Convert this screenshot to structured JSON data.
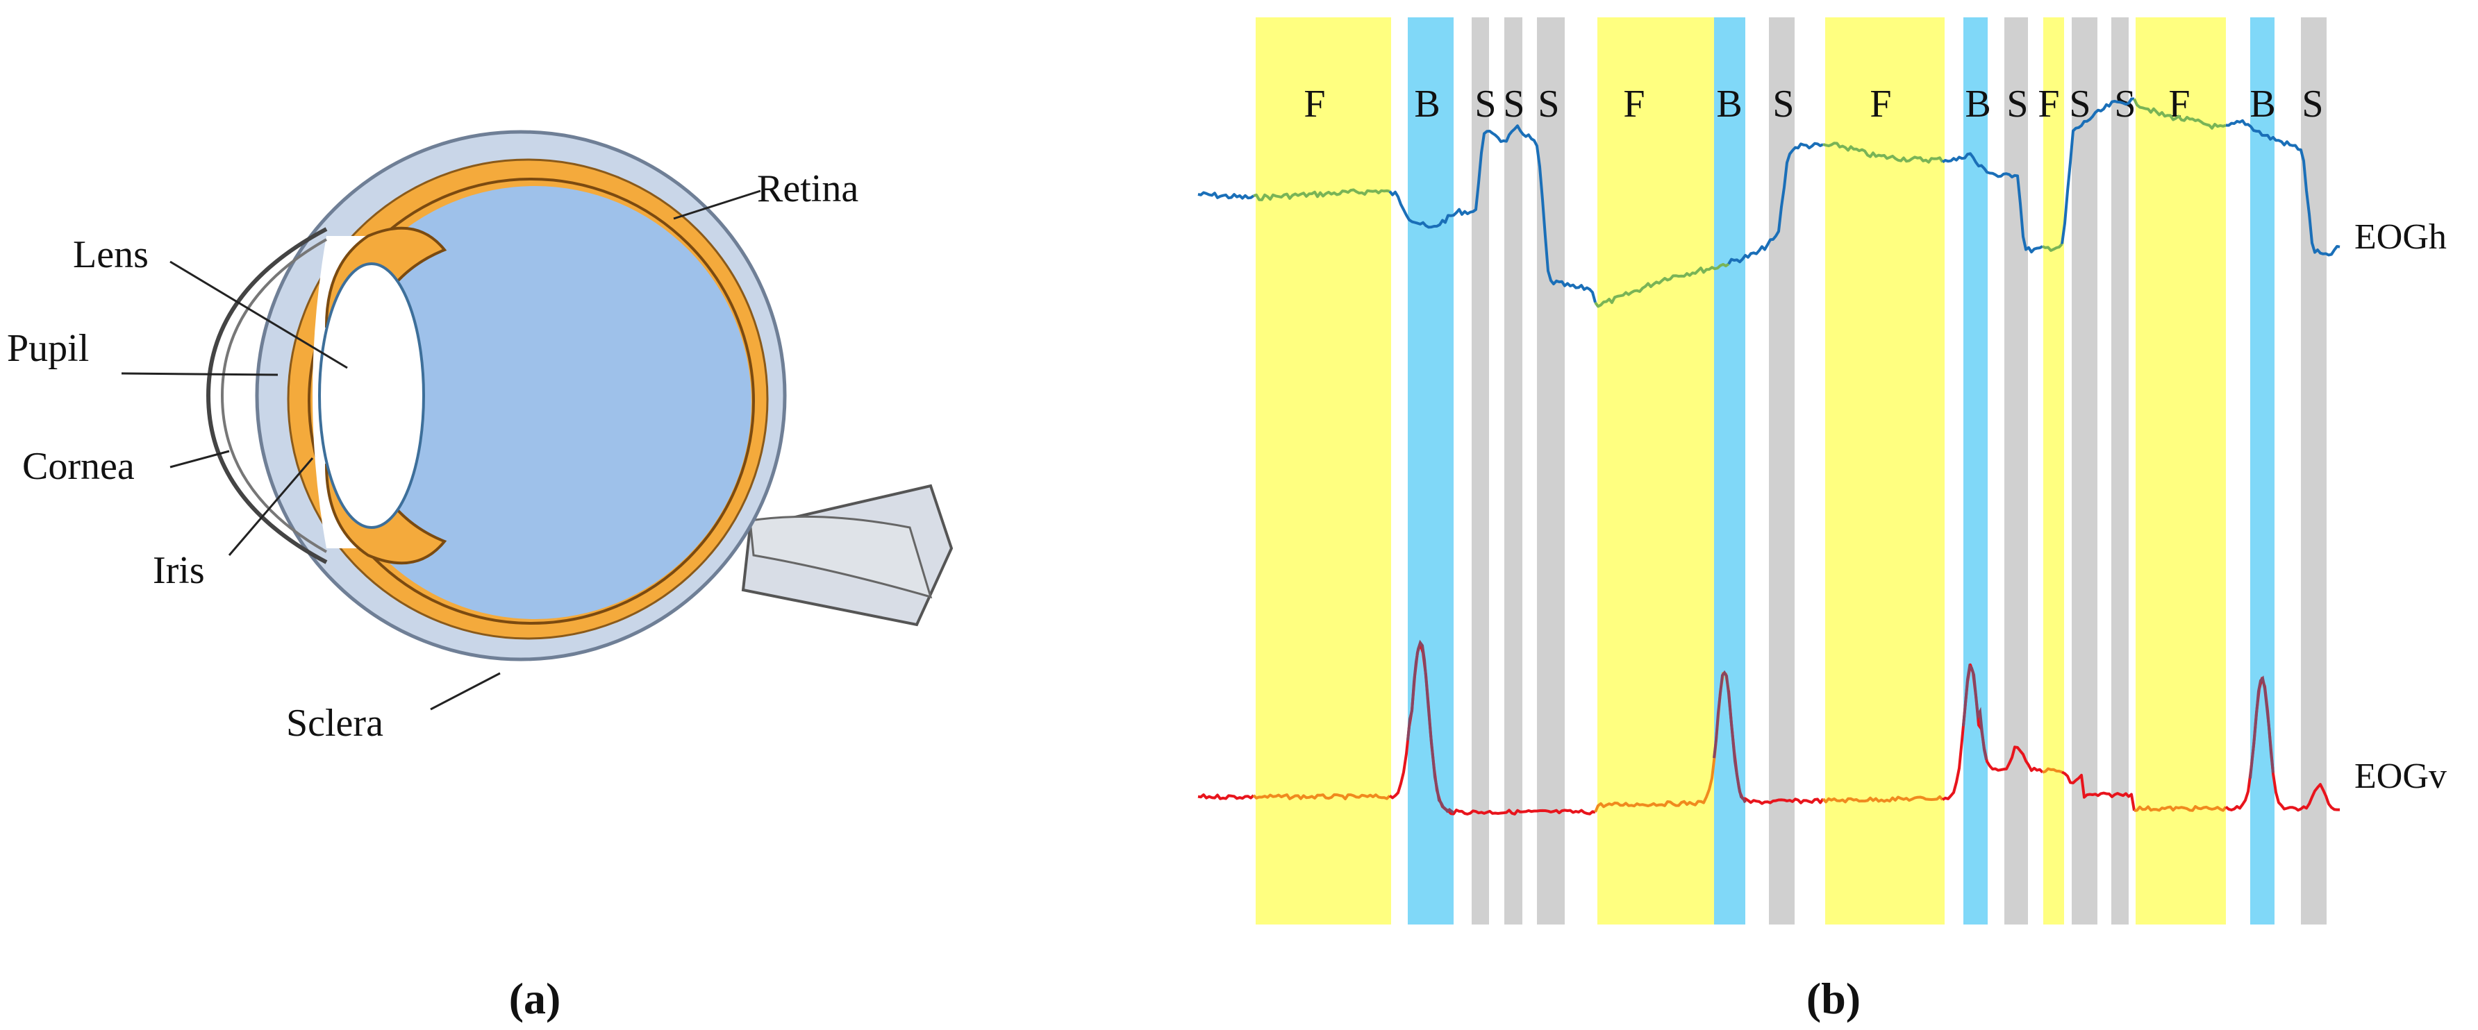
{
  "panel_a": {
    "caption": "(a)",
    "labels": {
      "lens": "Lens",
      "pupil": "Pupil",
      "cornea": "Cornea",
      "iris": "Iris",
      "sclera": "Sclera",
      "retina": "Retina"
    }
  },
  "panel_b": {
    "caption": "(b)",
    "signals": {
      "eogh": "EOGh",
      "eogv": "EOGv"
    },
    "segments": [
      {
        "label": "F",
        "kind": "fixation"
      },
      {
        "label": "B",
        "kind": "blink"
      },
      {
        "label": "S",
        "kind": "saccade"
      },
      {
        "label": "S",
        "kind": "saccade"
      },
      {
        "label": "S",
        "kind": "saccade"
      },
      {
        "label": "F",
        "kind": "fixation"
      },
      {
        "label": "B",
        "kind": "blink"
      },
      {
        "label": "S",
        "kind": "saccade"
      },
      {
        "label": "F",
        "kind": "fixation"
      },
      {
        "label": "B",
        "kind": "blink"
      },
      {
        "label": "S",
        "kind": "saccade"
      },
      {
        "label": "F",
        "kind": "fixation"
      },
      {
        "label": "S",
        "kind": "saccade"
      },
      {
        "label": "S",
        "kind": "saccade"
      },
      {
        "label": "F",
        "kind": "fixation"
      },
      {
        "label": "B",
        "kind": "blink"
      },
      {
        "label": "S",
        "kind": "saccade"
      }
    ],
    "colors": {
      "fixation": "#ffff80",
      "blink": "#80d8f8",
      "saccade": "#d0d0d0",
      "eogh_line": "#1a6fb8",
      "eogh_fixation_line": "#79b456",
      "eogv_line": "#e8141c",
      "eogv_fixation_line": "#f08a1e",
      "eogv_blink_line": "#8a4560"
    }
  }
}
